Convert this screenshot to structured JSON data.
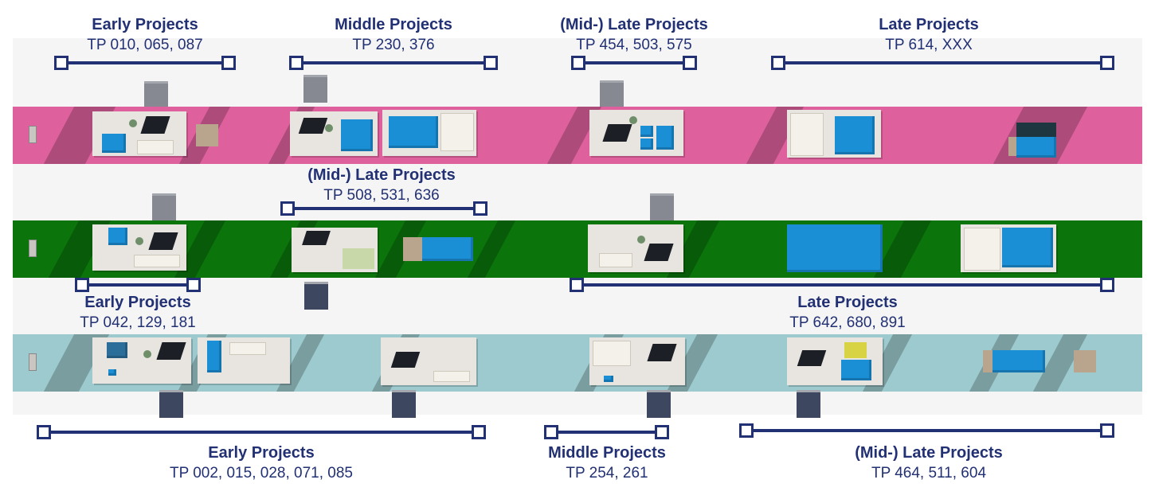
{
  "colors": {
    "accent_navy": "#223074",
    "band_pink": "#de619d",
    "band_green": "#0b750b",
    "band_cyan": "#9dcace",
    "cube_blue": "#1b8fd6"
  },
  "groups": {
    "row1_early": {
      "title": "Early Projects",
      "subtitle": "TP 010, 065, 087"
    },
    "row1_middle": {
      "title": "Middle Projects",
      "subtitle": "TP 230, 376"
    },
    "row1_midlate": {
      "title": "(Mid-) Late Projects",
      "subtitle": "TP 454, 503, 575"
    },
    "row1_late": {
      "title": "Late Projects",
      "subtitle": "TP 614, XXX"
    },
    "row2_midlate": {
      "title": "(Mid-) Late Projects",
      "subtitle": "TP 508, 531, 636"
    },
    "row2_early": {
      "title": "Early Projects",
      "subtitle": "TP 042, 129, 181"
    },
    "row2_late": {
      "title": "Late Projects",
      "subtitle": "TP 642, 680, 891"
    },
    "row3_early": {
      "title": "Early Projects",
      "subtitle": "TP 002, 015, 028, 071, 085"
    },
    "row3_middle": {
      "title": "Middle Projects",
      "subtitle": "TP 254, 261"
    },
    "row3_midlate": {
      "title": "(Mid-) Late Projects",
      "subtitle": "TP 464, 511, 604"
    }
  }
}
